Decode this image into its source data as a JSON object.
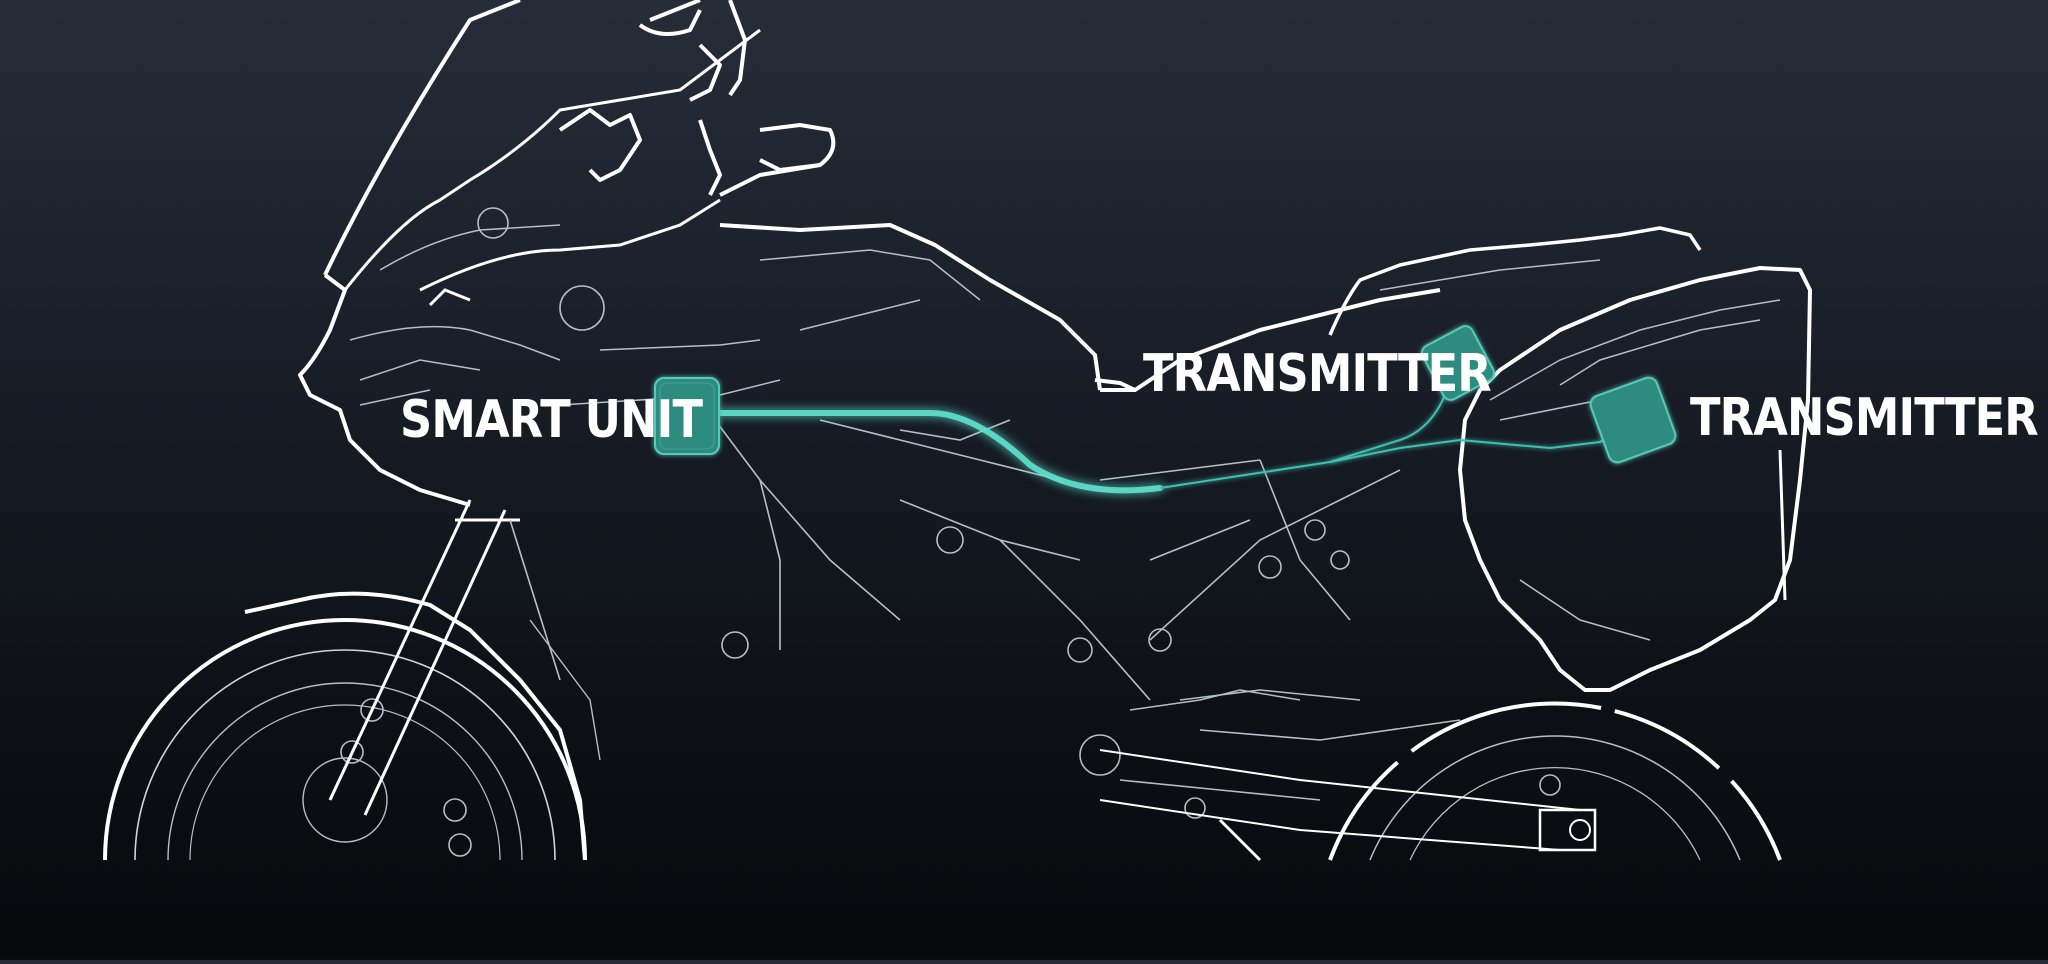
{
  "labels": {
    "smart_unit": "SMART UNIT",
    "transmitter_top": "TRANSMITTER",
    "transmitter_right": "TRANSMITTER"
  },
  "colors": {
    "accent": "#2e8b80",
    "accent_glow": "#5fe0cd",
    "outline": "#ffffff",
    "detail_line": "#b8bec8"
  },
  "components": [
    {
      "name": "smart-unit",
      "icon": "module-box-icon"
    },
    {
      "name": "transmitter-top",
      "icon": "module-box-icon"
    },
    {
      "name": "transmitter-right",
      "icon": "module-box-icon"
    }
  ]
}
